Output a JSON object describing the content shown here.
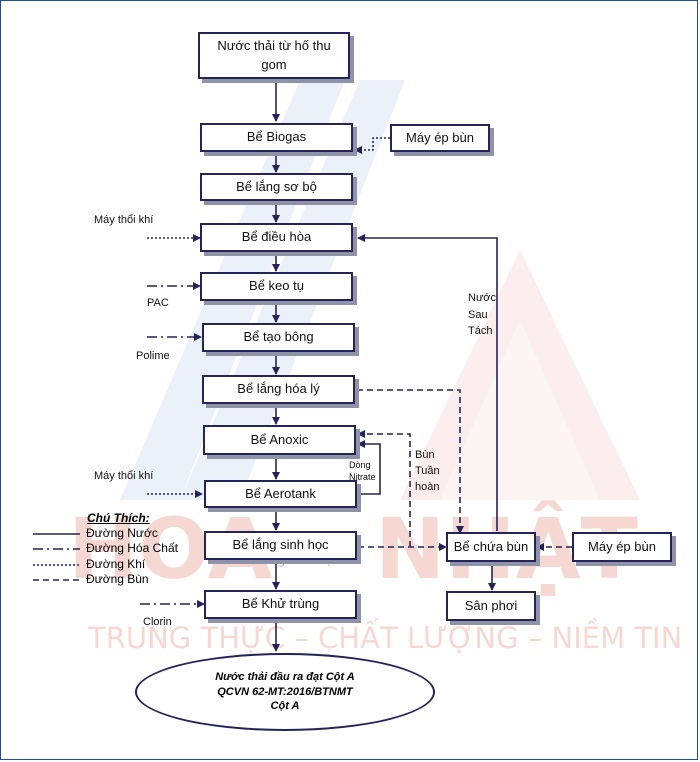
{
  "watermark": {
    "word_left": "HOÀ",
    "word_right": "NHẬT",
    "slogan": "TRUNG THỰC – CHẤT LƯỢNG – NIỀM TIN"
  },
  "process": {
    "inlet": "Nước thải từ hố thu gom",
    "biogas": "Bể Biogas",
    "presettle": "Bể lắng sơ bộ",
    "equalization": "Bể điều hòa",
    "coagulation": "Bể keo tụ",
    "flocculation": "Bể tạo bông",
    "chem_settle": "Bể lắng hóa lý",
    "anoxic": "Bể Anoxic",
    "aerotank": "Bể Aerotank",
    "bio_settle": "Bể lắng sinh học",
    "disinfection": "Bể Khử trùng",
    "outlet_line1": "Nước thải đầu ra đạt Cột A",
    "outlet_line2": "QCVN 62-MT:2016/BTNMT",
    "outlet_line3": "Cột A"
  },
  "sludge": {
    "press_top": "Máy ép bùn",
    "holding": "Bể chứa bùn",
    "press_right": "Máy ép bùn",
    "drying": "Sân phơi"
  },
  "inputs": {
    "blower_1": "Máy thổi khí",
    "pac": "PAC",
    "polime": "Polime",
    "blower_2": "Máy thổi khí",
    "clorin": "Clorin"
  },
  "flows": {
    "filtrate": "Nước Sau Tách",
    "nitrate": "Dòng Nitrate",
    "sludge_return": "Bùn Tuần hoàn",
    "ghost_text": "Bể lắng sinh học"
  },
  "legend": {
    "title": "Chú Thích:",
    "water": "Đường Nước",
    "chemical": "Đường Hóa Chất",
    "air": "Đường Khí",
    "sludge": "Đường Bùn"
  },
  "colors": {
    "line": "#26235a",
    "border": "#1d4f9e",
    "watermark_red": "#f0b9b0",
    "watermark_blue": "#2e74c6"
  }
}
